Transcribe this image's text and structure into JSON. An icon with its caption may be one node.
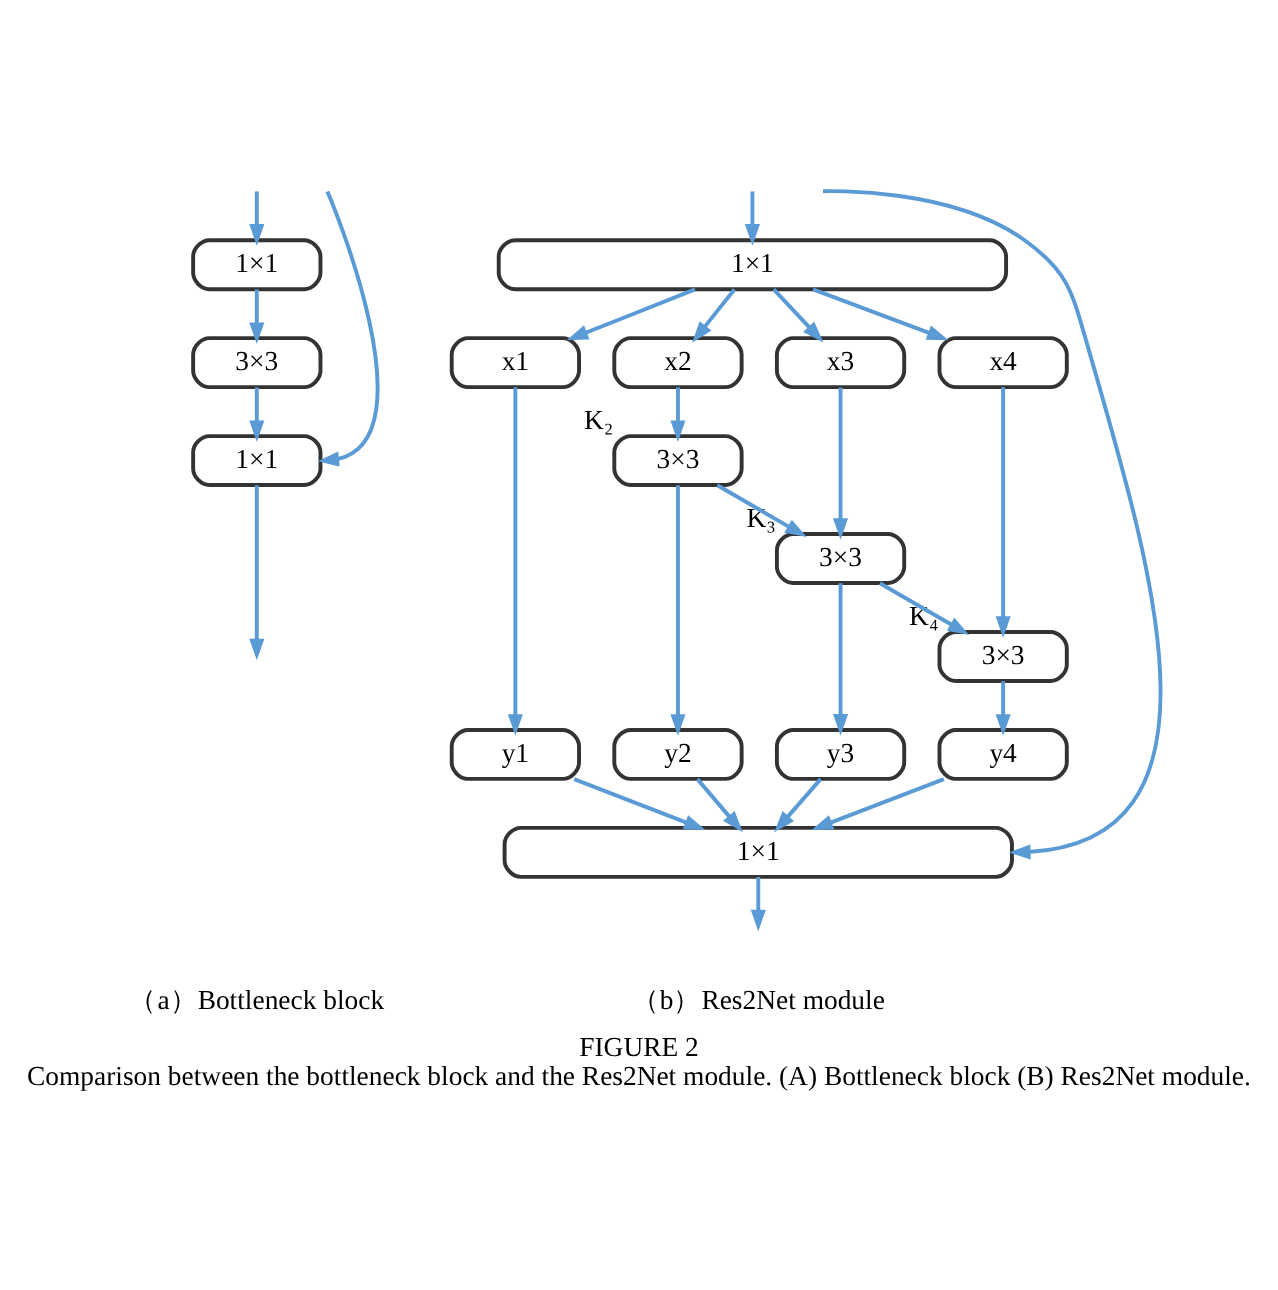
{
  "diagram": {
    "title": "FIGURE 2",
    "caption": "Comparison between the bottleneck block and the Res2Net module. (A) Bottleneck block (B) Res2Net module.",
    "nodes": [
      {
        "text": [
          "1×1"
        ]
      },
      {
        "text": [
          "3×3"
        ]
      },
      {
        "text": [
          "1×1"
        ]
      },
      {
        "text": [
          "1×1"
        ]
      },
      {
        "text": [
          "x1"
        ]
      },
      {
        "text": [
          "x2"
        ]
      },
      {
        "text": [
          "x3"
        ]
      },
      {
        "text": [
          "x4"
        ]
      },
      {
        "text": [
          "3×3"
        ],
        "beside": [
          "K₂"
        ]
      },
      {
        "text": [
          "3×3"
        ],
        "beside": [
          "K₃"
        ]
      },
      {
        "text": [
          "3×3"
        ],
        "beside": [
          "K₄"
        ]
      },
      {
        "text": [
          "y1"
        ]
      },
      {
        "text": [
          "y2"
        ]
      },
      {
        "text": [
          "y3"
        ]
      },
      {
        "text": [
          "y4"
        ]
      },
      {
        "text": [
          "1×1"
        ]
      }
    ],
    "edges": [
      {
        "from": null,
        "to": 0,
        "arrow": "to"
      },
      {
        "from": 0,
        "to": 1,
        "arrow": "to"
      },
      {
        "from": 1,
        "to": 2,
        "arrow": "to"
      },
      {
        "from": null,
        "to": 2,
        "arrow": "to"
      },
      {
        "from": 2,
        "to": null,
        "arrow": "to"
      },
      {
        "from": null,
        "to": 3,
        "arrow": "to"
      },
      {
        "from": 3,
        "to": 4,
        "arrow": "to"
      },
      {
        "from": 3,
        "to": 5,
        "arrow": "to"
      },
      {
        "from": 3,
        "to": 6,
        "arrow": "to"
      },
      {
        "from": 3,
        "to": 7,
        "arrow": "to"
      },
      {
        "from": 4,
        "to": 11,
        "arrow": "to"
      },
      {
        "from": 5,
        "to": 8,
        "arrow": "to"
      },
      {
        "from": 8,
        "to": 12,
        "arrow": "to"
      },
      {
        "from": 8,
        "to": 9,
        "arrow": "to"
      },
      {
        "from": 6,
        "to": 9,
        "arrow": "to"
      },
      {
        "from": 9,
        "to": 13,
        "arrow": "to"
      },
      {
        "from": 9,
        "to": 10,
        "arrow": "to"
      },
      {
        "from": 7,
        "to": 10,
        "arrow": "to"
      },
      {
        "from": 10,
        "to": 14,
        "arrow": "to"
      },
      {
        "from": 11,
        "to": 15,
        "arrow": "to"
      },
      {
        "from": 12,
        "to": 15,
        "arrow": "to"
      },
      {
        "from": 13,
        "to": 15,
        "arrow": "to"
      },
      {
        "from": 14,
        "to": 15,
        "arrow": "to"
      },
      {
        "from": null,
        "to": 15,
        "arrow": "to"
      },
      {
        "from": 15,
        "to": null,
        "arrow": "to"
      }
    ],
    "labels": [
      "（a）Bottleneck block",
      "（b）Res2Net module"
    ]
  }
}
